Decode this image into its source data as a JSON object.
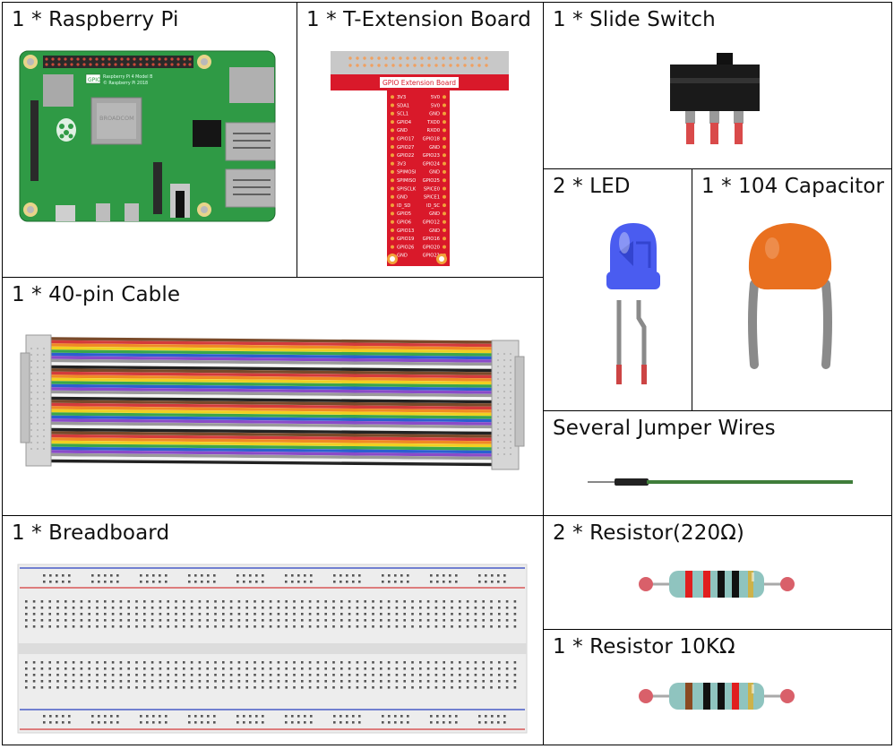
{
  "components": {
    "raspberry_pi": {
      "label": "1 * Raspberry Pi",
      "board_line1": "Raspberry Pi 4 Model B",
      "board_line2": "© Raspberry Pi 2018",
      "chip": "BROADCOM",
      "logo_text": "GPIO"
    },
    "t_extension": {
      "label": "1 * T-Extension Board",
      "header_text": "GPIO Extension Board",
      "pins_left": [
        "3V3",
        "SDA1",
        "SCL1",
        "GPIO4",
        "GND",
        "GPIO17",
        "GPIO27",
        "GPIO22",
        "3V3",
        "SPIMOSI",
        "SPIMISO",
        "SPISCLK",
        "GND",
        "ID_SD",
        "GPIO5",
        "GPIO6",
        "GPIO13",
        "GPIO19",
        "GPIO26",
        "GND"
      ],
      "pins_right": [
        "5V0",
        "5V0",
        "GND",
        "TXD0",
        "RXD0",
        "GPIO18",
        "GND",
        "GPIO23",
        "GPIO24",
        "GND",
        "GPIO25",
        "SPICE0",
        "SPICE1",
        "ID_SC",
        "GND",
        "GPIO12",
        "GND",
        "GPIO16",
        "GPIO20",
        "GPIO21"
      ]
    },
    "slide_switch": {
      "label": "1 * Slide Switch"
    },
    "led": {
      "label": "2 * LED",
      "color": "#4a5cf0"
    },
    "capacitor": {
      "label": "1 * 104 Capacitor",
      "color": "#e9701f"
    },
    "cable": {
      "label": "1 * 40-pin Cable"
    },
    "jumper": {
      "label": "Several Jumper Wires",
      "color": "#3f7d3a"
    },
    "breadboard": {
      "label": "1 * Breadboard"
    },
    "resistor_220": {
      "label": "2 * Resistor(220Ω)"
    },
    "resistor_10k": {
      "label": "1 * Resistor 10KΩ"
    }
  }
}
